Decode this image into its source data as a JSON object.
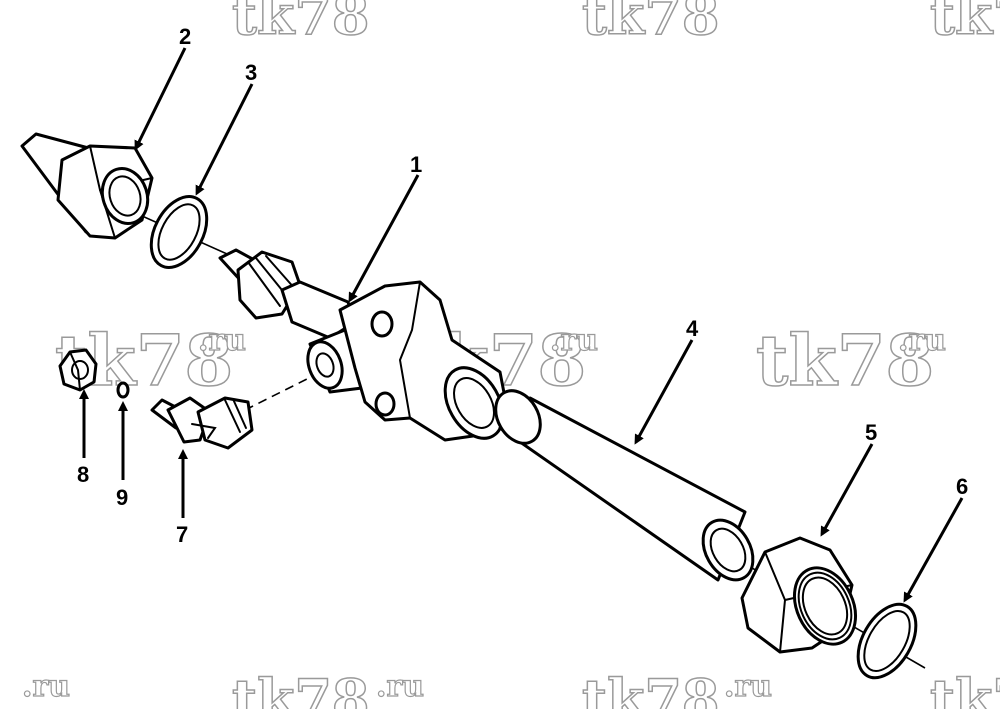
{
  "watermark": {
    "main": "tk78",
    "suffix": ".ru"
  },
  "callouts": [
    "1",
    "2",
    "3",
    "4",
    "5",
    "6",
    "7",
    "8",
    "9"
  ]
}
